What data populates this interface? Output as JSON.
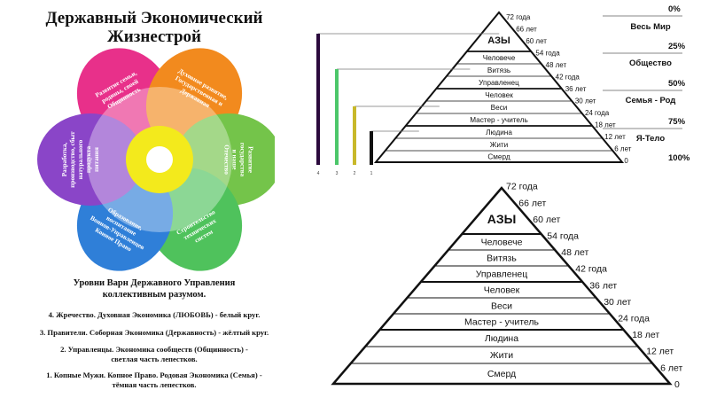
{
  "left": {
    "title_line1": "Державный Экономический",
    "title_line2": "Жизнестрой",
    "petals": [
      {
        "text": [
          "Развитие семьи,",
          "родины, своей",
          "Общинность"
        ],
        "color": "#e8308a"
      },
      {
        "text": [
          "Духовное развитие,",
          "Государственная и",
          "Державная"
        ],
        "color": "#f28a1e"
      },
      {
        "text": [
          "Развитие",
          "государства",
          "и наше",
          "Отечество"
        ],
        "color": "#74c44a"
      },
      {
        "text": [
          "Строительство",
          "технических",
          "систем"
        ],
        "color": "#4fc25c"
      },
      {
        "text": [
          "Образование,",
          "воспитание",
          "Воинов-Управленцев",
          "Конное Право"
        ],
        "color": "#2f7fd8"
      },
      {
        "text": [
          "Разработка,",
          "производство, сбыт",
          "натурального",
          "продукта",
          "питания"
        ],
        "color": "#8a45c8"
      }
    ],
    "subtitle_line1": "Уровни Варн Державного Управления",
    "subtitle_line2": "коллективным разумом.",
    "levels": [
      {
        "lines": [
          "4. Жречество. Духовная Экономика (ЛЮБОВЬ) - белый круг."
        ]
      },
      {
        "lines": [
          "3. Правители. Соборная Экономика (Державность) - жёлтый круг."
        ]
      },
      {
        "lines": [
          "2. Управленцы. Экономика сообществ (Общинность) -",
          "светлая часть лепестков."
        ]
      },
      {
        "lines": [
          "1. Копные Мужи. Копное Право. Родовая Экономика (Семья) -",
          "тёмная часть лепестков."
        ]
      }
    ]
  },
  "pyramid_top": {
    "levels": [
      "АЗЫ",
      "Человече",
      "Витязь",
      "Управленец",
      "Человек",
      "Веси",
      "Мастер - учитель",
      "Людина",
      "Жити",
      "Смерд"
    ],
    "ages": [
      "72 года",
      "66 лет",
      "60 лет",
      "54 года",
      "48 лет",
      "42 года",
      "36 лет",
      "30 лет",
      "24 года",
      "18 лет",
      "12 лет",
      "6 лет",
      "0"
    ],
    "spheres": [
      "Весь Мир",
      "Общество",
      "Семья - Род",
      "Я-Тело"
    ],
    "percents": [
      "0%",
      "25%",
      "50%",
      "75%",
      "100%"
    ],
    "bar_labels": [
      "4",
      "3",
      "2",
      "1"
    ],
    "bar_colors": [
      "#2b0a3d",
      "#4cc76a",
      "#c8b82a",
      "#111111"
    ]
  },
  "pyramid_bottom": {
    "levels": [
      "АЗЫ",
      "Человече",
      "Витязь",
      "Управленец",
      "Человек",
      "Веси",
      "Мастер - учитель",
      "Людина",
      "Жити",
      "Смерд"
    ],
    "ages": [
      "72 года",
      "66 лет",
      "60 лет",
      "54 года",
      "48 лет",
      "42 года",
      "36 лет",
      "30 лет",
      "24 года",
      "18 лет",
      "12 лет",
      "6 лет",
      "0"
    ]
  }
}
